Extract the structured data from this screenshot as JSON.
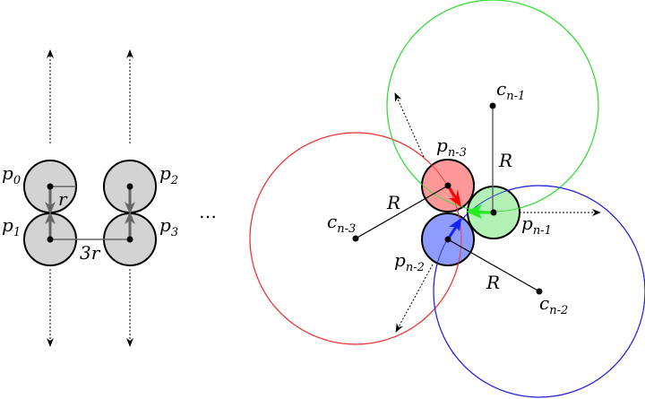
{
  "colors": {
    "gray_disk": "#d3d3d3",
    "gray_arrow": "#666666",
    "red_disk": "#ff9999",
    "red_arc": "#ee3333",
    "red_arrow": "#ff0000",
    "green_disk": "#b3f0b3",
    "green_arc": "#33dd33",
    "green_arrow": "#22ee22",
    "blue_disk": "#8f9cff",
    "blue_arc": "#2222dd",
    "blue_arrow": "#1122ff"
  },
  "left": {
    "particles": [
      {
        "base": "p",
        "sub": "0"
      },
      {
        "base": "p",
        "sub": "1"
      },
      {
        "base": "p",
        "sub": "2"
      },
      {
        "base": "p",
        "sub": "3"
      }
    ],
    "radius_label": "r",
    "spacing_label": "3r"
  },
  "ellipsis": "…",
  "right": {
    "particles": [
      {
        "base": "p",
        "sub": "n-3"
      },
      {
        "base": "p",
        "sub": "n-2"
      },
      {
        "base": "p",
        "sub": "n-1"
      }
    ],
    "centers": [
      {
        "base": "c",
        "sub": "n-3"
      },
      {
        "base": "c",
        "sub": "n-2"
      },
      {
        "base": "c",
        "sub": "n-1"
      }
    ],
    "radius_label": "R"
  }
}
